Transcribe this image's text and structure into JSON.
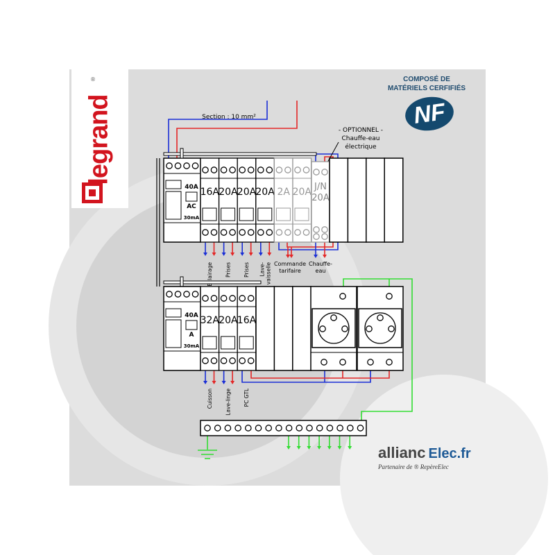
{
  "brand": {
    "legrand": "legrand",
    "registered": "®"
  },
  "certification": {
    "line1": "COMPOSÉ DE",
    "line2": "MATÉRIELS CERFIFIÉS",
    "logo": "NF"
  },
  "supply": {
    "section_label": "Section : 10 mm²"
  },
  "option_note": {
    "line1": "- OPTIONNEL -",
    "line2": "Chauffe-eau",
    "line3": "électrique"
  },
  "row1": {
    "rcd": {
      "rating": "40A",
      "type": "AC",
      "sensitivity": "30mA"
    },
    "breakers": [
      "16A",
      "20A",
      "20A",
      "20A",
      "2A",
      "20A"
    ],
    "contactor": {
      "label1": "J/N",
      "label2": "20A"
    },
    "circuit_lines": [
      [
        "Eclairage"
      ],
      [
        "Prises"
      ],
      [
        "Prises"
      ],
      [
        "Lave-",
        "vaisselle"
      ]
    ],
    "commande": {
      "line1": "Commande",
      "line2": "tarifaire"
    },
    "chauffe": {
      "line1": "Chauffe-",
      "line2": "eau"
    }
  },
  "row2": {
    "rcd": {
      "rating": "40A",
      "type": "A",
      "sensitivity": "30mA"
    },
    "breakers": [
      "32A",
      "20A",
      "16A"
    ],
    "circuits": [
      "Cuisson",
      "Lave-linge",
      "PC GTL"
    ]
  },
  "partner": {
    "name1": "allianc",
    "name2": "Elec.fr",
    "tagline": "Partenaire de ® RepèreElec"
  },
  "colors": {
    "phase": "#e32626",
    "neutral": "#1a2ed6",
    "earth": "#33dd33",
    "brand_red": "#d2141e",
    "nf_blue": "#14496e"
  }
}
